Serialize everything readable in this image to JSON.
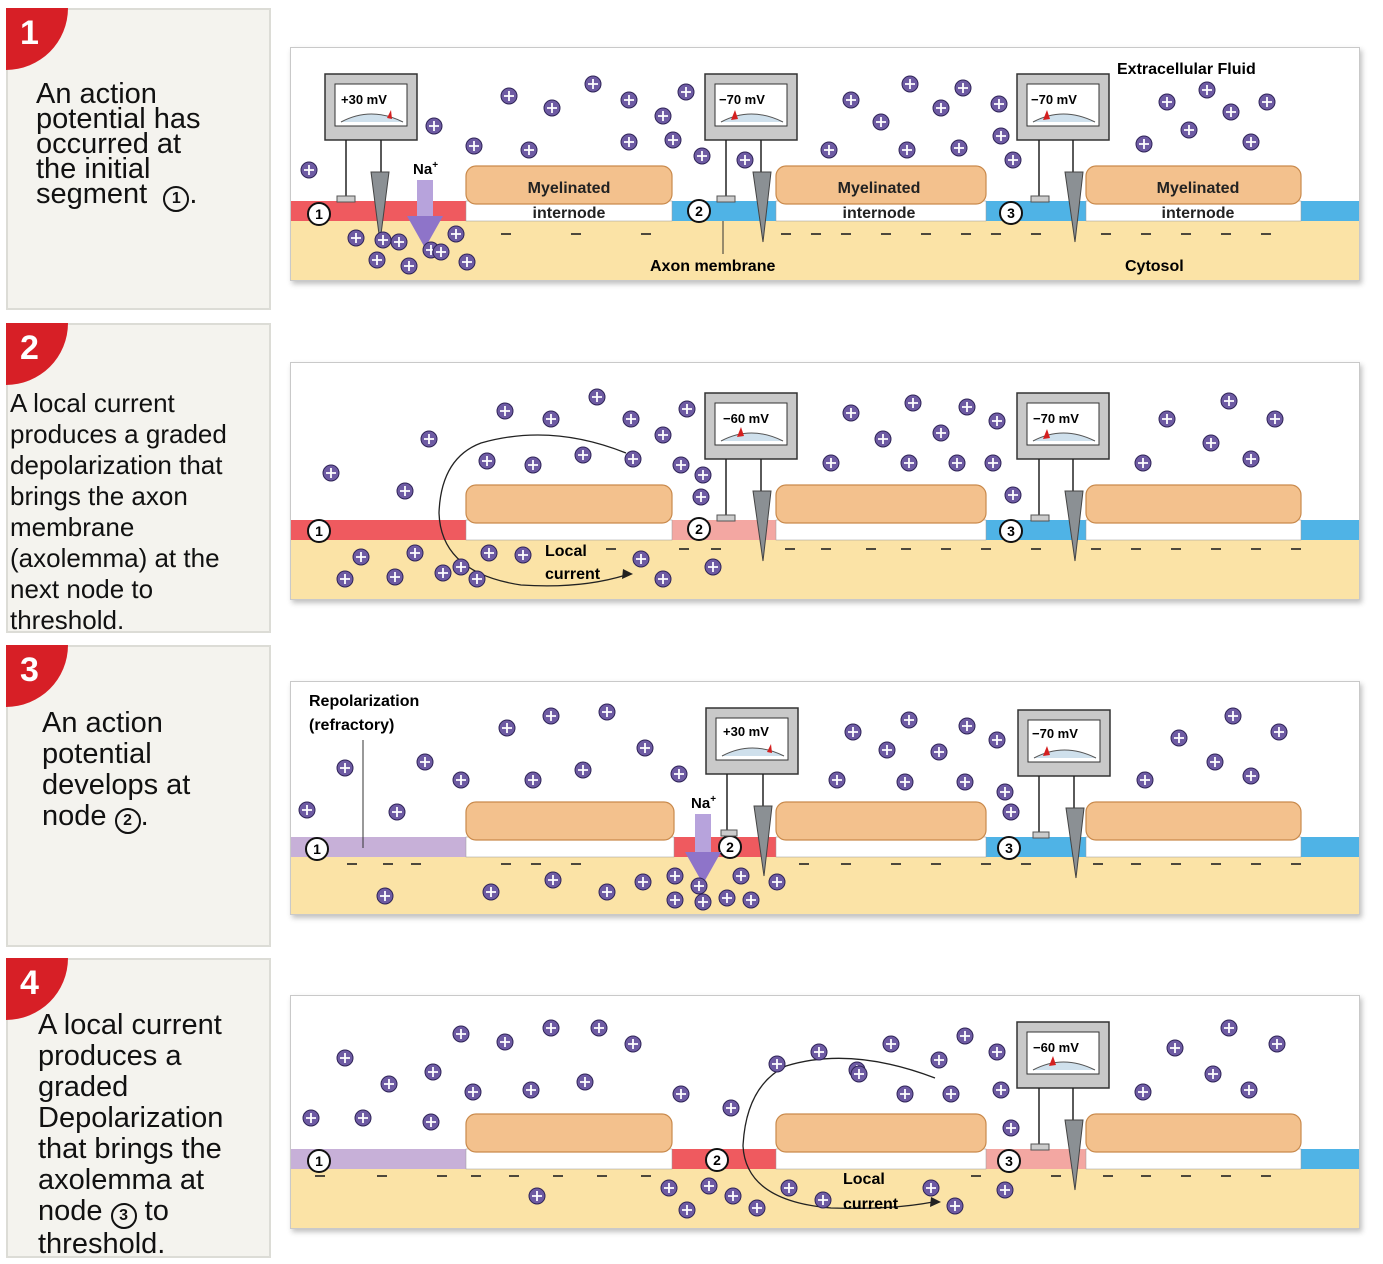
{
  "steps": [
    {
      "number": "1",
      "text_lines": [
        "An action",
        "potential has",
        "occurred at",
        "the initial",
        "segment"
      ],
      "node_ref": "1",
      "tail": "."
    },
    {
      "number": "2",
      "text_lines": [
        "A local current",
        "produces a graded",
        "depolarization that",
        "brings the axon",
        "membrane",
        "(axolemma) at the",
        "next node to",
        "threshold."
      ]
    },
    {
      "number": "3",
      "text_lines": [
        "An action",
        "potential",
        "develops at",
        "node"
      ],
      "node_ref": "2",
      "tail": "."
    },
    {
      "number": "4",
      "text_lines": [
        "A local current",
        "produces a",
        "graded",
        "Depolarization",
        "that brings the",
        "axolemma at",
        "node",
        "threshold."
      ],
      "node_ref": "3",
      "tail": " to"
    }
  ],
  "labels": {
    "myelinated": "Myelinated",
    "internode": "internode",
    "extracellular_fluid": "Extracellular Fluid",
    "axon_membrane": "Axon membrane",
    "cytosol": "Cytosol",
    "na": "Na",
    "na_sup": "+",
    "local": "Local",
    "current": "current",
    "repolarization": "Repolarization",
    "refractory": "(refractory)"
  },
  "node_numbers": [
    "1",
    "2",
    "3"
  ],
  "panels": [
    {
      "meters": [
        "+30 mV",
        "−70 mV",
        "−70 mV"
      ],
      "node_colors": [
        "#ef5a5f",
        "#4fb3e6",
        "#4fb3e6",
        "#4fb3e6"
      ]
    },
    {
      "meters": [
        "−60 mV",
        "−70 mV"
      ],
      "node_colors": [
        "#ef5a5f",
        "#f3a7a2",
        "#4fb3e6",
        "#4fb3e6"
      ]
    },
    {
      "meters": [
        "+30 mV",
        "−70 mV"
      ],
      "node_colors": [
        "#c7b0d8",
        "#ef5a5f",
        "#4fb3e6",
        "#4fb3e6"
      ]
    },
    {
      "meters": [
        "−60 mV"
      ],
      "node_colors": [
        "#c7b0d8",
        "#ef5a5f",
        "#f3a7a2",
        "#4fb3e6"
      ]
    }
  ],
  "colors": {
    "badge_red": "#d71f26",
    "myelin": "#f3c18d",
    "cytosol": "#fbe3a6",
    "ion": "#6e5ba3",
    "active_red": "#ef5a5f",
    "resting_blue": "#4fb3e6",
    "graded_pink": "#f3a7a2",
    "refractory_purple": "#c7b0d8"
  }
}
